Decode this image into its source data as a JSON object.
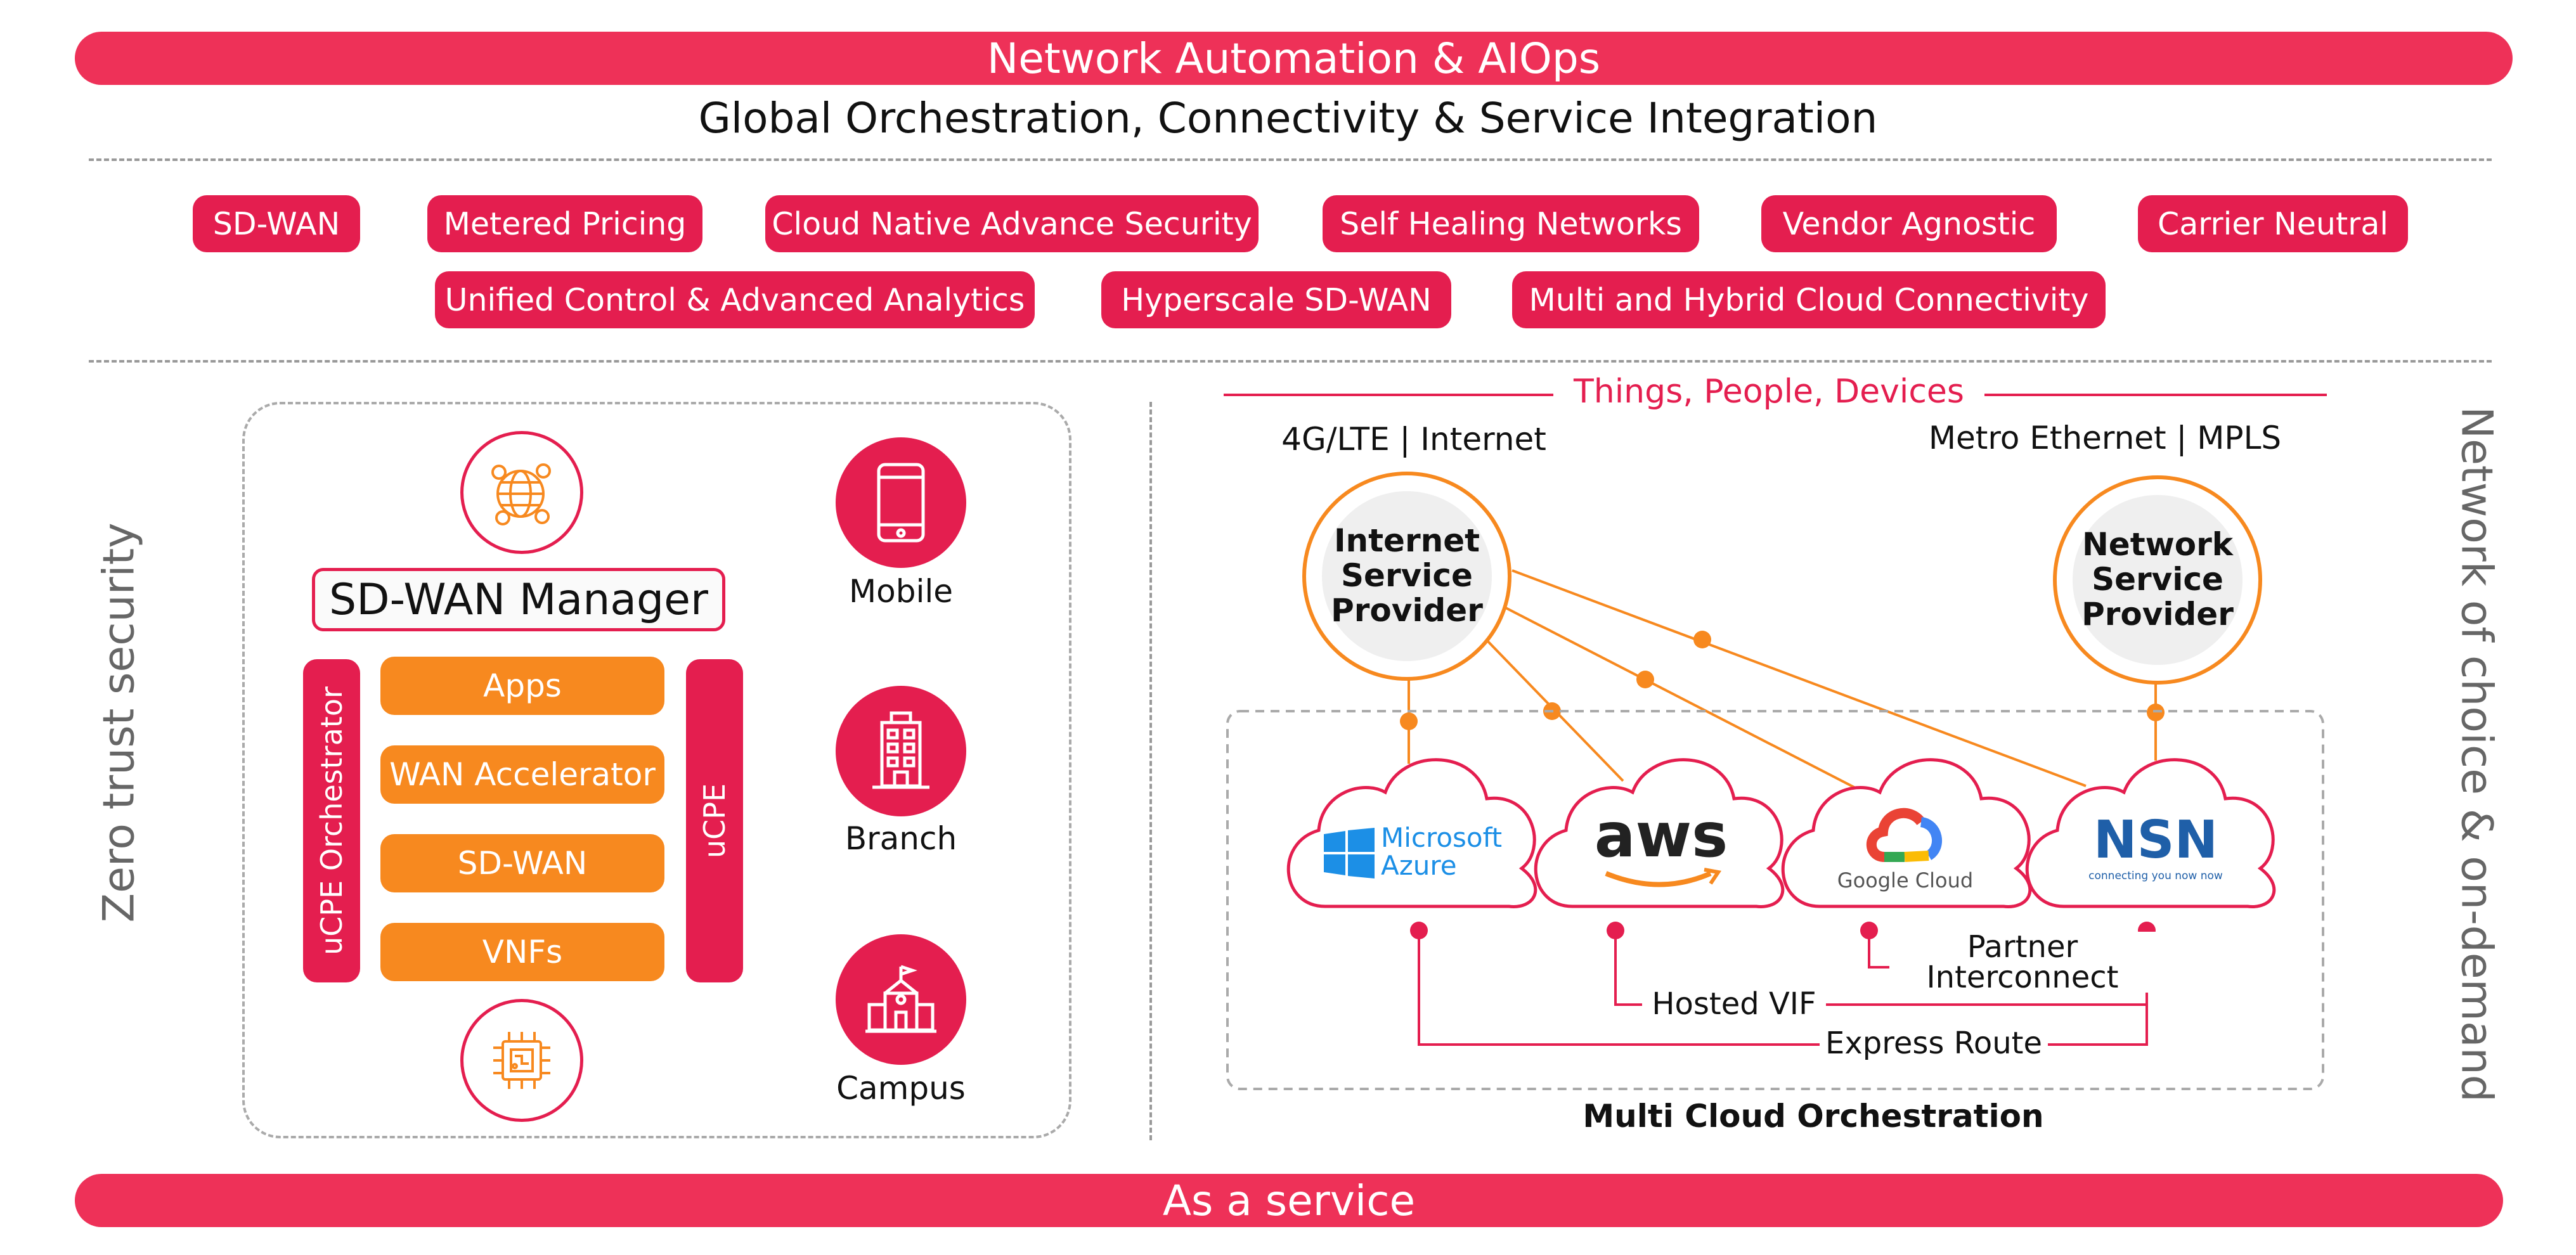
{
  "top_bar": "Network Automation & AIOps",
  "subtitle": "Global Orchestration, Connectivity & Service Integration",
  "features_row1": [
    "SD-WAN",
    "Metered Pricing",
    "Cloud Native Advance Security",
    "Self Healing Networks",
    "Vendor Agnostic",
    "Carrier Neutral"
  ],
  "features_row2": [
    "Unified Control & Advanced Analytics",
    "Hyperscale SD-WAN",
    "Multi and Hybrid Cloud Connectivity"
  ],
  "left_side_label": "Zero trust security",
  "right_side_label": "Network of choice & on-demand",
  "manager": {
    "title": "SD-WAN Manager",
    "orchestrator": "uCPE Orchestrator",
    "ucpe": "uCPE",
    "stack": [
      "Apps",
      "WAN Accelerator",
      "SD-WAN",
      "VNFs"
    ],
    "icons": [
      "globe-people-icon",
      "chip-icon"
    ]
  },
  "sites": [
    {
      "label": "Mobile",
      "icon": "mobile-icon"
    },
    {
      "label": "Branch",
      "icon": "building-icon"
    },
    {
      "label": "Campus",
      "icon": "campus-icon"
    }
  ],
  "things_header": "Things, People, Devices",
  "access_left": "4G/LTE | Internet",
  "access_right": "Metro Ethernet | MPLS",
  "isp": "Internet Service Provider",
  "nsp": "Network Service Provider",
  "clouds": {
    "azure_line1": "Microsoft",
    "azure_line2": "Azure",
    "aws": "aws",
    "google": "Google Cloud",
    "nsn": "NSN",
    "nsn_tagline": "connecting you now now"
  },
  "links": {
    "partner_line1": "Partner",
    "partner_line2": "Interconnect",
    "hosted_vif": "Hosted VIF",
    "express_route": "Express Route"
  },
  "multi_cloud_label": "Multi Cloud Orchestration",
  "bottom_bar": "As a service",
  "colors": {
    "pink": "#e41e4f",
    "bar_pink": "#ee3158",
    "orange": "#f7891f",
    "grey": "#888888"
  }
}
